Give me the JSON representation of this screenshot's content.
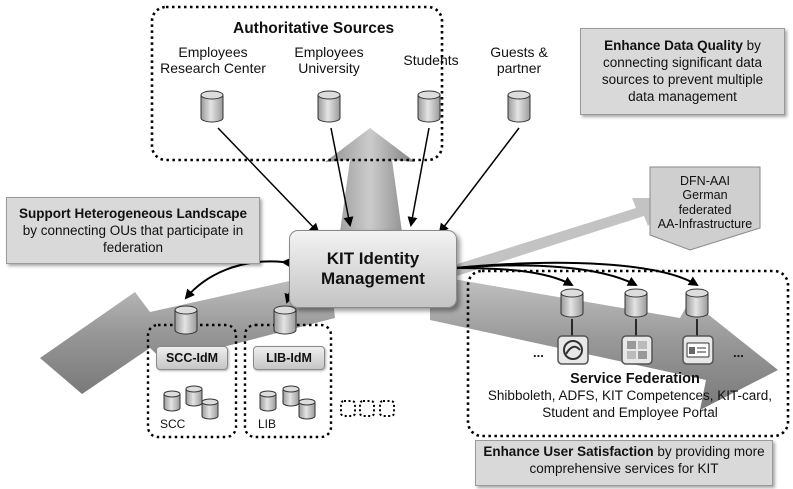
{
  "sources": {
    "title": "Authoritative Sources",
    "items": [
      {
        "line1": "Employees",
        "line2": "Research Center"
      },
      {
        "line1": "Employees",
        "line2": "University"
      },
      {
        "line1": "Students",
        "line2": ""
      },
      {
        "line1": "Guests &",
        "line2": "partner"
      }
    ]
  },
  "notes": {
    "quality": {
      "bold": "Enhance Data Quality",
      "rest": " by connecting significant data sources to prevent multiple data management"
    },
    "heterogeneous": {
      "bold": "Support Heterogeneous Landscape",
      "rest": " by connecting OUs that participate in federation"
    },
    "satisfaction": {
      "bold": "Enhance User Satisfaction",
      "rest": " by providing more comprehensive services for KIT"
    }
  },
  "dfn": {
    "line1": "DFN-AAI",
    "line2": "German federated",
    "line3": "AA-Infrastructure"
  },
  "idm": {
    "line1": "KIT Identity",
    "line2": "Management"
  },
  "scc": {
    "box": "SCC-IdM",
    "label": "SCC"
  },
  "lib": {
    "box": "LIB-IdM",
    "label": "LIB"
  },
  "federation": {
    "title": "Service Federation",
    "desc": "Shibboleth, ADFS, KIT Competences, KIT-card, Student and Employee Portal",
    "ellipsis_left": "...",
    "ellipsis_right": "..."
  }
}
